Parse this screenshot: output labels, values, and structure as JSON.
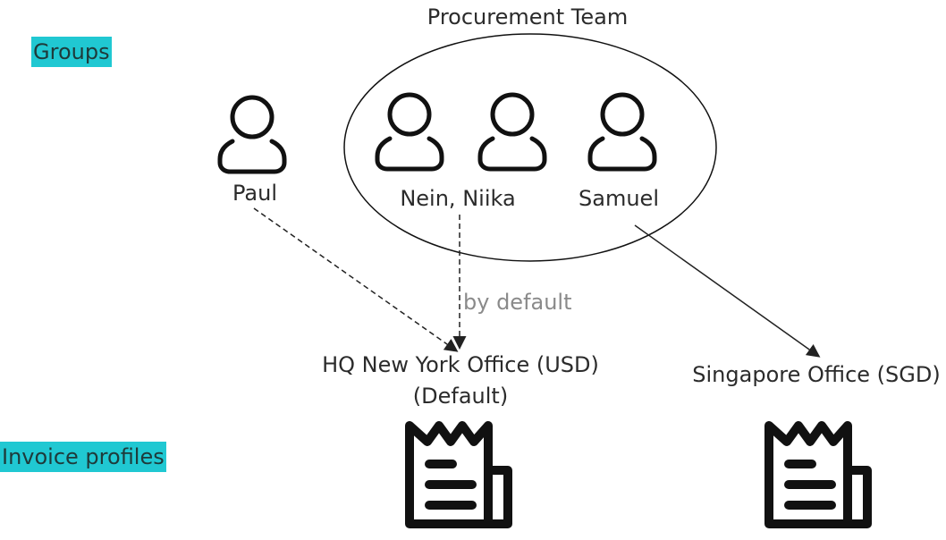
{
  "labels": {
    "groups": "Groups",
    "invoice_profiles": "Invoice profiles"
  },
  "team": {
    "name": "Procurement Team"
  },
  "users": {
    "paul": "Paul",
    "nein_niika": "Nein, Niika",
    "samuel": "Samuel"
  },
  "relations": {
    "default_label": "by default"
  },
  "profiles": {
    "hq_name": "HQ New York Office (USD)",
    "hq_default": "(Default)",
    "singapore_name": "Singapore Office (SGD)"
  },
  "colors": {
    "section_label_bg": "#20c8d2",
    "icon_stroke": "#111111",
    "muted_text": "#8a8a8a"
  },
  "icons": {
    "user": "user-outline-icon",
    "invoice": "receipt-icon"
  }
}
